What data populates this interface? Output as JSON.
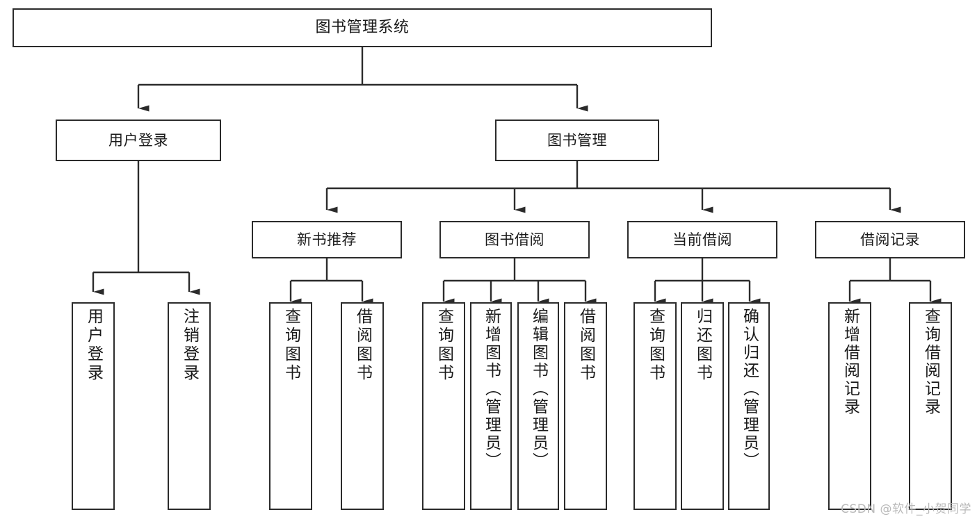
{
  "diagram": {
    "title": "图书管理系统",
    "type": "tree-hierarchy-chart",
    "watermark": "CSDN @软件_小贺同学",
    "stroke_color": "#2b2b2b",
    "fill_color": "#ffffff",
    "text_color": "#1a1a1a",
    "watermark_color": "#b9b9b9"
  },
  "nodes": {
    "root": {
      "label": "图书管理系统"
    },
    "level2": [
      {
        "label": "用户登录"
      },
      {
        "label": "图书管理"
      }
    ],
    "level3": [
      {
        "label": "新书推荐"
      },
      {
        "label": "图书借阅"
      },
      {
        "label": "当前借阅"
      },
      {
        "label": "借阅记录"
      }
    ],
    "leaves": {
      "user_login": [
        {
          "label": "用户登录"
        },
        {
          "label": "注销登录"
        }
      ],
      "new_book_recommend": [
        {
          "label": "查询图书"
        },
        {
          "label": "借阅图书"
        }
      ],
      "book_borrow": [
        {
          "label": "查询图书"
        },
        {
          "label": "新增图书（管理员）"
        },
        {
          "label": "编辑图书（管理员）"
        },
        {
          "label": "借阅图书"
        }
      ],
      "current_borrow": [
        {
          "label": "查询图书"
        },
        {
          "label": "归还图书"
        },
        {
          "label": "确认归还（管理员）"
        }
      ],
      "borrow_record": [
        {
          "label": "新增借阅记录"
        },
        {
          "label": "查询借阅记录"
        }
      ]
    }
  }
}
